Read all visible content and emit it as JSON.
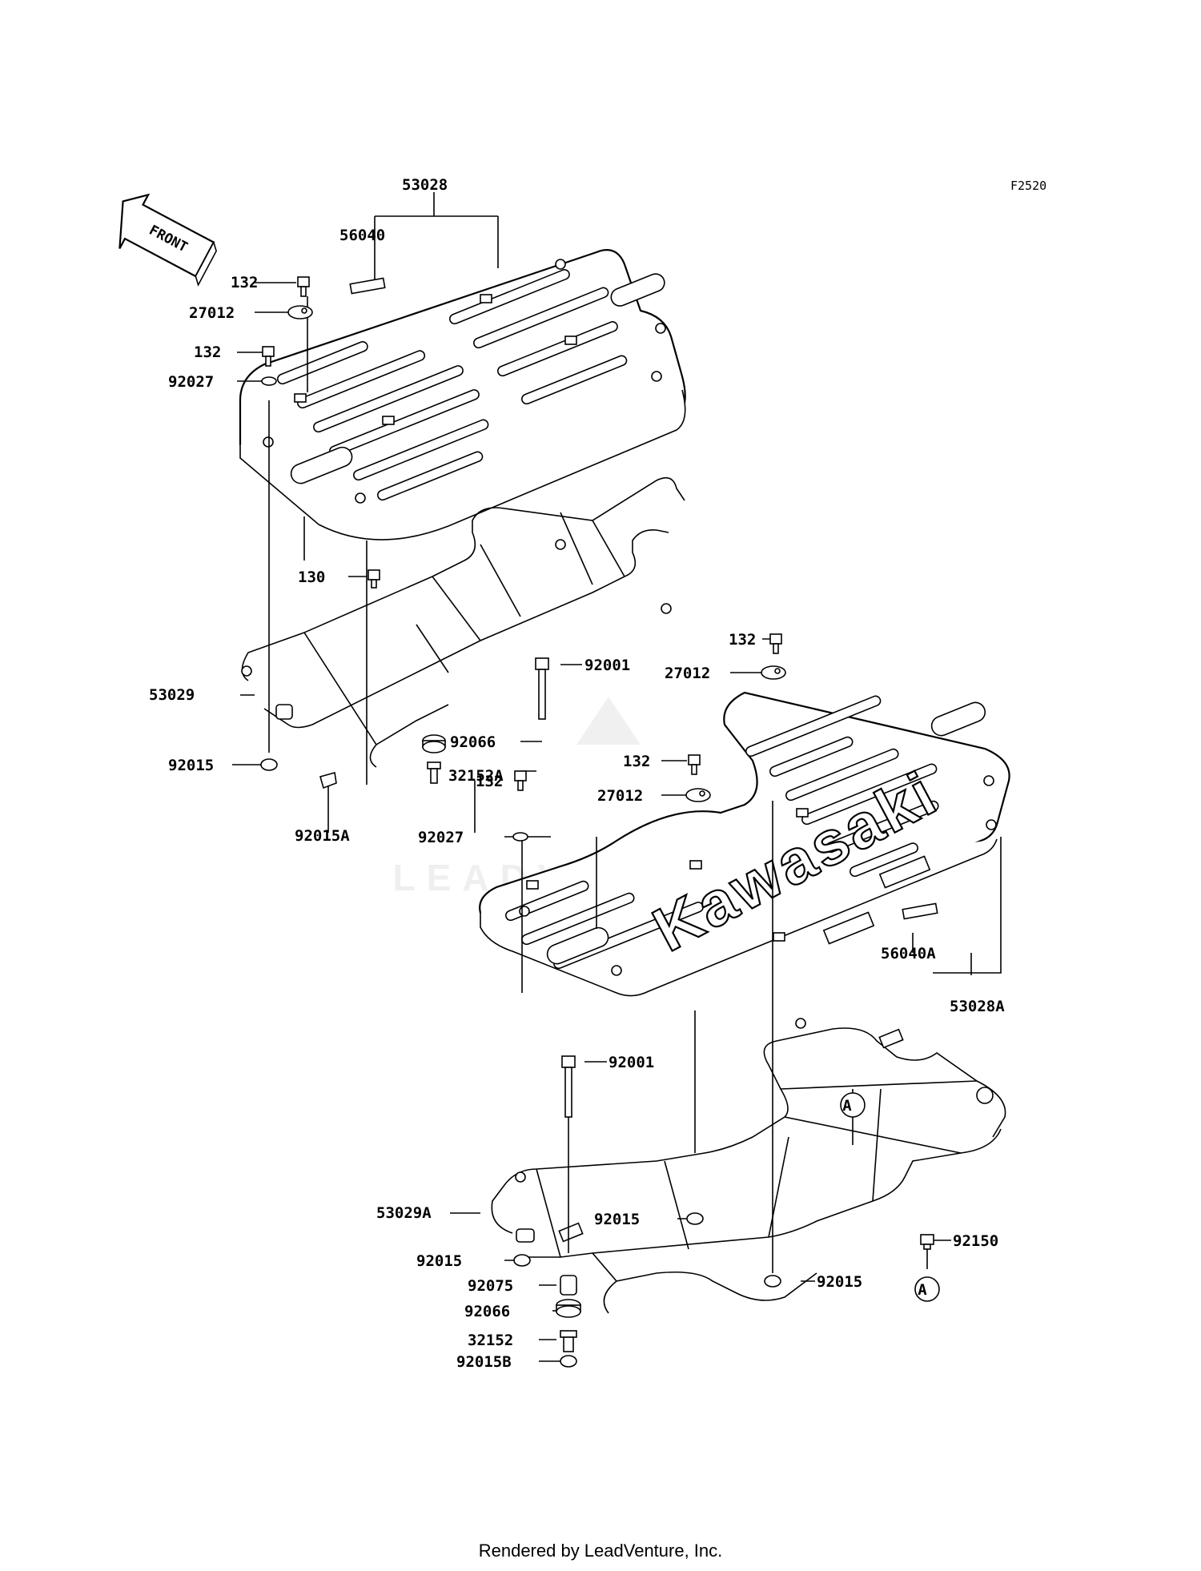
{
  "figure_code": "F2520",
  "front_label": "FRONT",
  "footer": "Rendered by LeadVenture, Inc.",
  "watermark": "LEADVENTURE",
  "brand_text": "Kawasaki",
  "callouts": {
    "c53028": "53028",
    "c56040": "56040",
    "c132_a": "132",
    "c27012_a": "27012",
    "c132_b": "132",
    "c92027_a": "92027",
    "c130": "130",
    "c53029": "53029",
    "c92015_a": "92015",
    "c92015A": "92015A",
    "c92001_a": "92001",
    "c92066_a": "92066",
    "c32152A": "32152A",
    "c132_c": "132",
    "c27012_b": "27012",
    "c132_d": "132",
    "c27012_c": "27012",
    "c132_e": "132",
    "c92027_b": "92027",
    "c56040A": "56040A",
    "c53028A": "53028A",
    "c92001_b": "92001",
    "ref_a1": "A",
    "c53029A": "53029A",
    "c92015_b": "92015",
    "c92015_c": "92015",
    "c92150": "92150",
    "c92075": "92075",
    "c92015_d": "92015",
    "c92066_b": "92066",
    "c32152": "32152",
    "c92015B": "92015B",
    "ref_a2": "A"
  }
}
